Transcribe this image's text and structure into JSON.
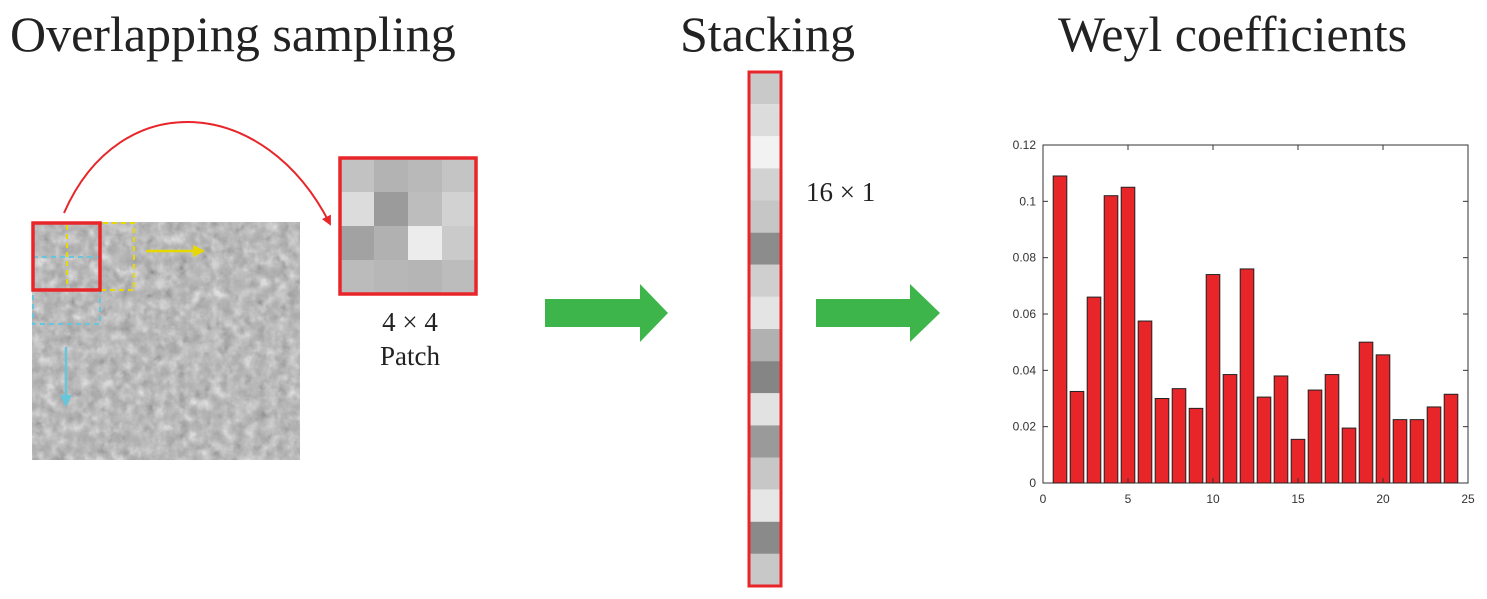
{
  "titles": {
    "sampling": "Overlapping sampling",
    "stacking": "Stacking",
    "weyl": "Weyl coefficients"
  },
  "patch": {
    "size_label": "4 × 4",
    "name_label": "Patch",
    "grays": [
      "#c2c2c2",
      "#b3b3b3",
      "#b9b9b9",
      "#c4c4c4",
      "#dcdcdc",
      "#9b9b9b",
      "#bdbdbd",
      "#d2d2d2",
      "#a2a2a2",
      "#b1b1b1",
      "#ececec",
      "#cacaca",
      "#bbbbbb",
      "#b7b7b7",
      "#b5b5b5",
      "#bcbcbc"
    ]
  },
  "vector": {
    "size_label": "16 × 1",
    "grays": [
      "#c9c9c9",
      "#dcdcdc",
      "#f2f2f2",
      "#d2d2d2",
      "#c6c6c6",
      "#8c8c8c",
      "#cfcfcf",
      "#e4e4e4",
      "#b1b1b1",
      "#858585",
      "#e2e2e2",
      "#9a9a9a",
      "#c7c7c7",
      "#e6e6e6",
      "#8a8a8a",
      "#c8c8c8"
    ]
  },
  "colors": {
    "highlight": "#e8262a",
    "arrow": "#3db54a",
    "step_h": "#e6d800",
    "step_v": "#66c6db",
    "bar": "#e8262a"
  },
  "chart_data": {
    "type": "bar",
    "x": [
      1,
      2,
      3,
      4,
      5,
      6,
      7,
      8,
      9,
      10,
      11,
      12,
      13,
      14,
      15,
      16,
      17,
      18,
      19,
      20,
      21,
      22,
      23,
      24
    ],
    "values": [
      0.109,
      0.0325,
      0.066,
      0.102,
      0.105,
      0.0575,
      0.03,
      0.0335,
      0.0265,
      0.074,
      0.0385,
      0.076,
      0.0305,
      0.038,
      0.0155,
      0.033,
      0.0385,
      0.0195,
      0.05,
      0.0455,
      0.0225,
      0.0225,
      0.027,
      0.0315
    ],
    "xlim": [
      0,
      25
    ],
    "ylim": [
      0,
      0.12
    ],
    "xticks": [
      "0",
      "5",
      "10",
      "15",
      "20",
      "25"
    ],
    "yticks": [
      "0",
      "0.02",
      "0.04",
      "0.06",
      "0.08",
      "0.1",
      "0.12"
    ],
    "grid": false
  }
}
